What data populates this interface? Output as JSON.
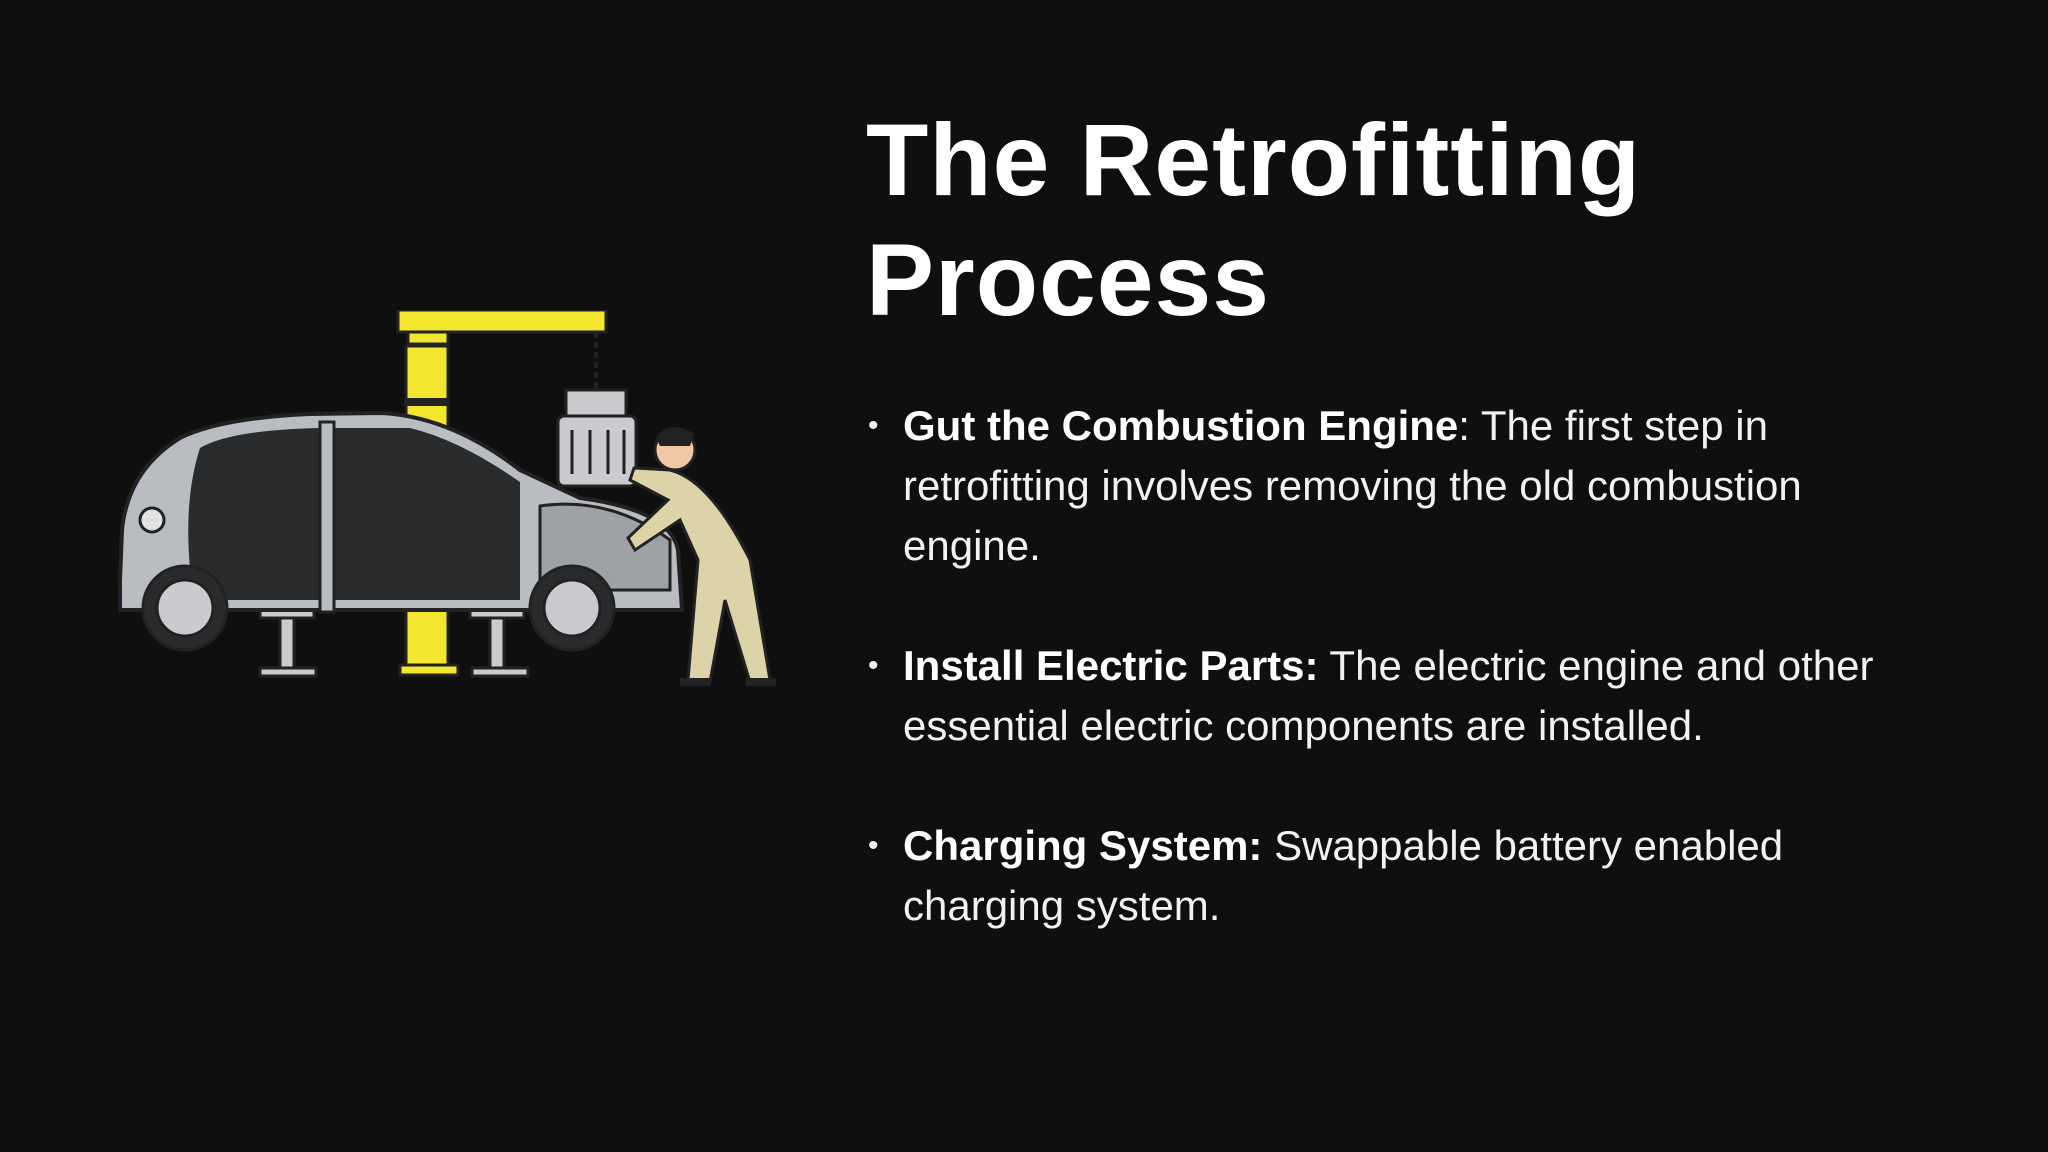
{
  "slide": {
    "title": "The Retrofitting Process",
    "illustration_icon": "car-retrofit-illustration-icon",
    "colors": {
      "background": "#0f0f0f",
      "text": "#ffffff",
      "accent_yellow": "#f2e62e",
      "car_gray": "#b9bcc0",
      "worker_beige": "#ddd3a8"
    },
    "bullets": [
      {
        "term": "Gut the Combustion Engine",
        "separator": ":",
        "text": " The first step in retrofitting involves removing the old combustion engine."
      },
      {
        "term": "Install Electric Parts:",
        "separator": "",
        "text": " The electric engine and other essential electric components are installed."
      },
      {
        "term": "Charging System:",
        "separator": "",
        "text": " Swappable battery enabled charging system."
      }
    ]
  }
}
